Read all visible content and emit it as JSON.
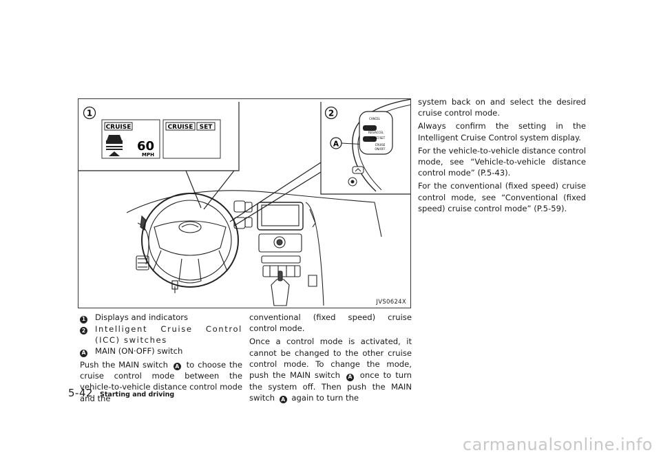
{
  "figure": {
    "callout_1": "1",
    "callout_2": "2",
    "callout_a": "A",
    "display_left_label": "CRUISE",
    "display_left_speed": "60",
    "display_left_unit": "MPH",
    "display_right_label_1": "CRUISE",
    "display_right_label_2": "SET",
    "switch_labels": [
      "CANCEL",
      "RES/ACCEL",
      "COAST/SET",
      "CRUISE",
      "ON/OFF"
    ],
    "code": "JVS0624X"
  },
  "legend": [
    {
      "marker": "1",
      "text": "Displays and indicators"
    },
    {
      "marker": "2",
      "text": "Intelligent Cruise Control (ICC) switches"
    },
    {
      "marker": "A",
      "text": "MAIN (ON·OFF) switch"
    }
  ],
  "col1": {
    "p1_a": "Push the MAIN switch",
    "p1_marker": "A",
    "p1_b": "to choose the cruise control mode between the vehicle-to-vehicle distance control mode and the"
  },
  "col2": {
    "p1": "conventional (fixed speed) cruise control mode.",
    "p2_a": "Once a control mode is activated, it cannot be changed to the other cruise control mode. To change the mode, push the MAIN switch",
    "p2_marker1": "A",
    "p2_b": "once to turn the system off. Then push the MAIN switch",
    "p2_marker2": "A",
    "p2_c": "again to turn the"
  },
  "col3": {
    "p1": "system back on and select the desired cruise control mode.",
    "p2": "Always confirm the setting in the Intelligent Cruise Control system display.",
    "p3": "For the vehicle-to-vehicle distance control mode, see “Vehicle-to-vehicle distance control mode” (P.5-43).",
    "p4": "For the conventional (fixed speed) cruise control mode, see “Conventional (fixed speed) cruise control mode” (P.5-59)."
  },
  "footer": {
    "page_number": "5-42",
    "section": "Starting and driving"
  },
  "watermark": "carmanualsonline.info"
}
